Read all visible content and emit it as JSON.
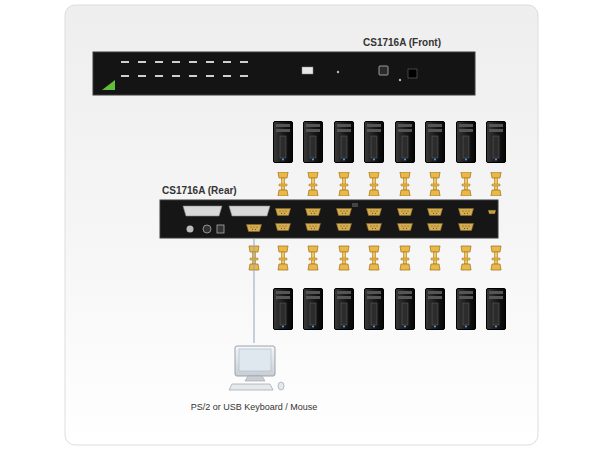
{
  "diagram": {
    "nodes": [
      {
        "text": [
          "CS1716A (Front)"
        ]
      },
      {
        "text": [
          "CS1716A (Rear)"
        ]
      },
      {
        "text": [
          "PS/2 or USB Keyboard / Mouse"
        ]
      }
    ],
    "edges": [
      {
        "from": 1,
        "to": 2,
        "arrow": "none"
      }
    ]
  }
}
